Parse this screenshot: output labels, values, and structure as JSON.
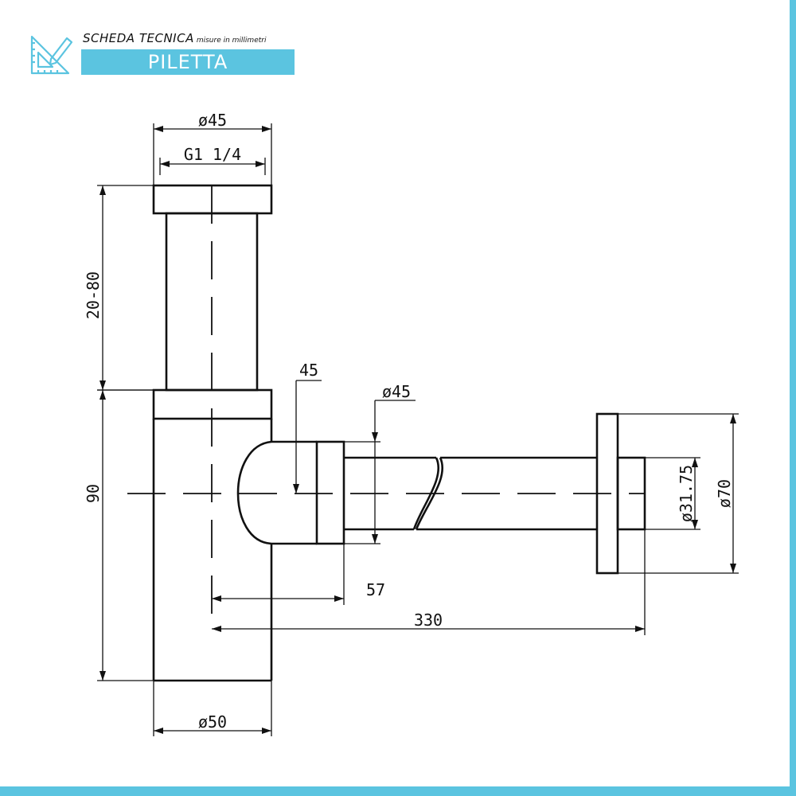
{
  "header": {
    "title": "SCHEDA TECNICA",
    "subtitle": "misure in millimetri",
    "product": "PILETTA",
    "icon": "ruler-pencil-icon",
    "accent_color": "#5bc4e0"
  },
  "dimensions": {
    "top_diameter": "ø45",
    "thread": "G1 1/4",
    "height_adjust": "20-80",
    "body_height": "90",
    "angle": "45",
    "outlet_diameter": "ø45",
    "outlet_offset": "57",
    "total_length": "330",
    "pipe_diameter": "ø31.75",
    "flange_diameter": "ø70",
    "body_diameter": "ø50"
  }
}
